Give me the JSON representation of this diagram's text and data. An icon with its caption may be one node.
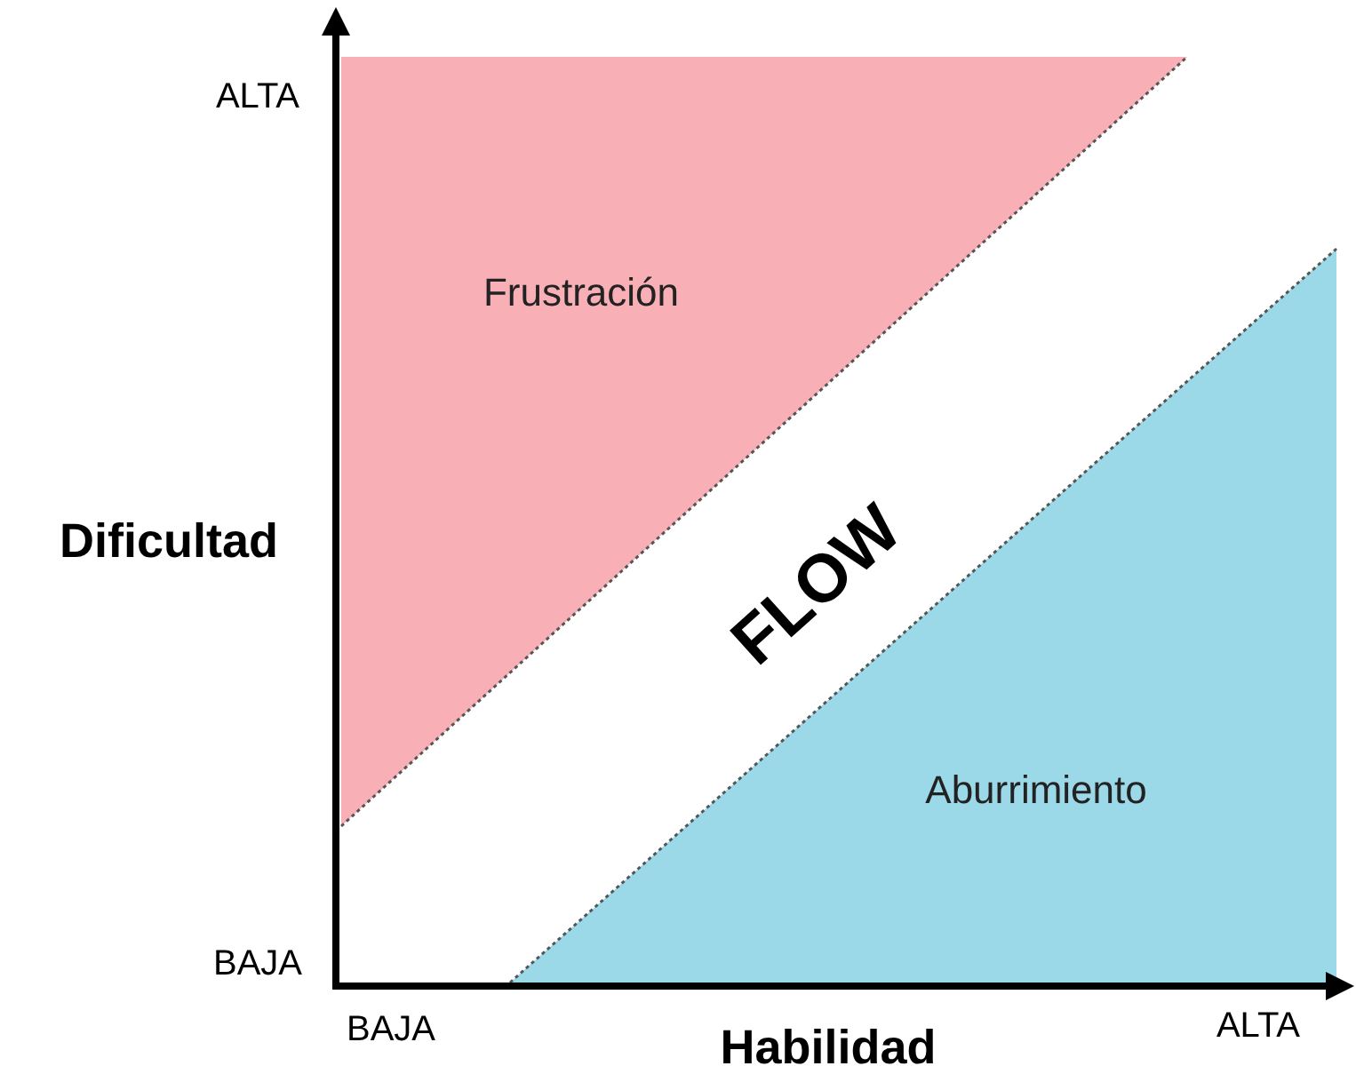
{
  "diagram": {
    "nodes": [
      {
        "text": [
          "FLOW"
        ]
      },
      {
        "text": [
          "Frustración"
        ]
      },
      {
        "text": [
          "Aburrimiento"
        ]
      }
    ],
    "labels": [
      "ALTA",
      "Dificultad",
      "BAJA",
      "BAJA",
      "Habilidad",
      "ALTA"
    ]
  }
}
